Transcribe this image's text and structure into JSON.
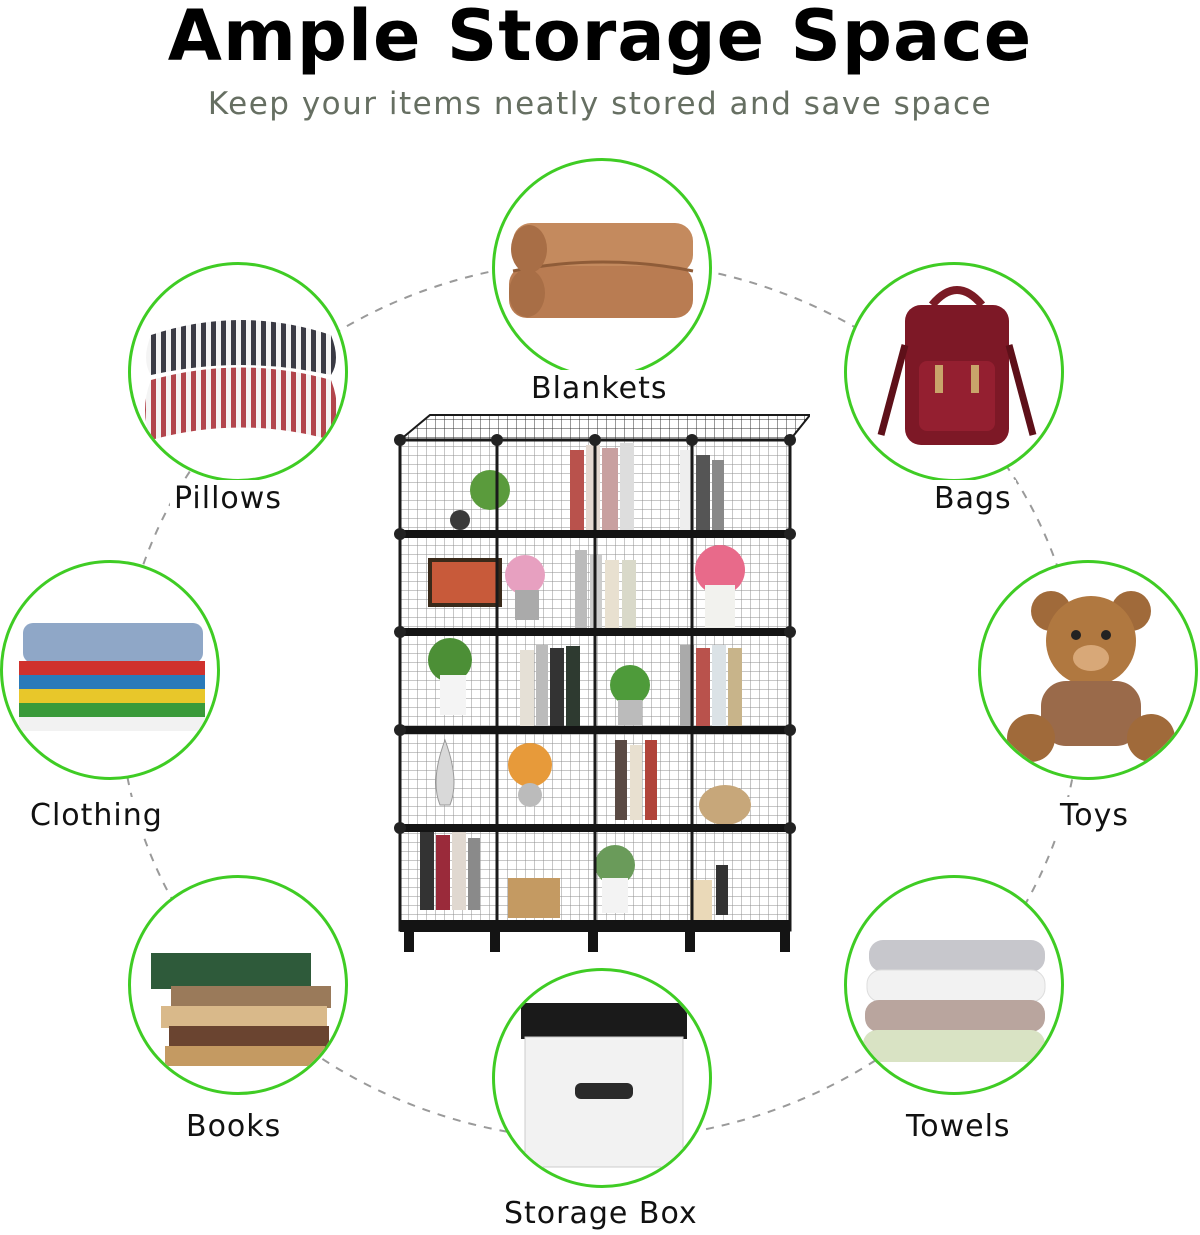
{
  "header": {
    "title": "Ample Storage Space",
    "subtitle": "Keep your items neatly stored and save space"
  },
  "accent_color": "#3fcc24",
  "items": [
    {
      "label": "Blankets",
      "icon": "blanket-icon"
    },
    {
      "label": "Bags",
      "icon": "backpack-icon"
    },
    {
      "label": "Toys",
      "icon": "teddy-bear-icon"
    },
    {
      "label": "Towels",
      "icon": "towels-icon"
    },
    {
      "label": "Storage Box",
      "icon": "storage-box-icon"
    },
    {
      "label": "Books",
      "icon": "books-icon"
    },
    {
      "label": "Clothing",
      "icon": "folded-clothing-icon"
    },
    {
      "label": "Pillows",
      "icon": "pillows-icon"
    }
  ]
}
